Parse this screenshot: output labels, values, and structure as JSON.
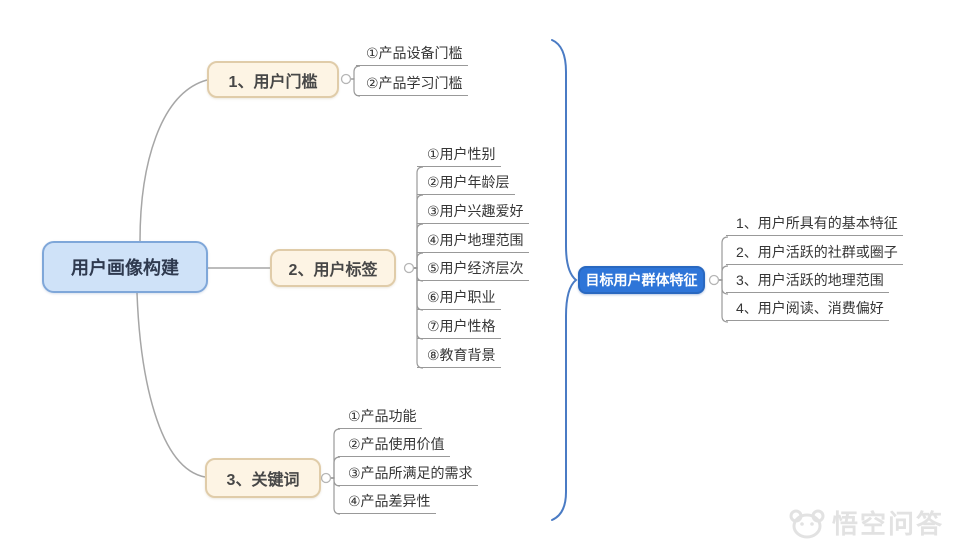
{
  "root": {
    "label": "用户画像构建"
  },
  "branches": [
    {
      "label": "1、用户门槛",
      "children": [
        "①产品设备门槛",
        "②产品学习门槛"
      ]
    },
    {
      "label": "2、用户标签",
      "children": [
        "①用户性别",
        "②用户年龄层",
        "③用户兴趣爱好",
        "④用户地理范围",
        "⑤用户经济层次",
        "⑥用户职业",
        "⑦用户性格",
        "⑧教育背景"
      ]
    },
    {
      "label": "3、关键词",
      "children": [
        "①产品功能",
        "②产品使用价值",
        "③产品所满足的需求",
        "④产品差异性"
      ]
    }
  ],
  "target": {
    "label": "目标用户群体特征",
    "children": [
      "1、用户所具有的基本特征",
      "2、用户活跃的社群或圈子",
      "3、用户活跃的地理范围",
      "4、用户阅读、消费偏好"
    ]
  },
  "watermark": {
    "text": "悟空问答"
  },
  "colors": {
    "root_fill": "#cfe2f8",
    "root_border": "#7fa7d9",
    "branch_fill": "#fdf4e4",
    "branch_border": "#e0cca9",
    "target_fill": "#2e75d8",
    "brace": "#4a7bc4",
    "connector": "#a6a6a6",
    "underline": "#999999",
    "watermark": "#e2e2e2"
  }
}
